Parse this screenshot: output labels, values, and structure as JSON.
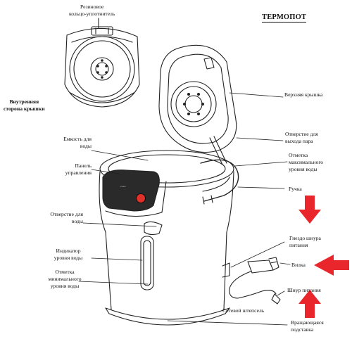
{
  "title": "ТЕРМОПОТ",
  "labels": {
    "rubber_seal": "Резиновое\nкольцо-уплотнитель",
    "inner_lid": "Внутренняя\nсторона крышки",
    "top_lid": "Верхняя крышка",
    "steam_hole": "Отверстие для\nвыхода пара",
    "max_level": "Отметка\nмаксимального\nуровня воды",
    "handle": "Ручка",
    "water_tank": "Емкость для\nводы",
    "control_panel": "Панель\nуправления",
    "water_outlet": "Отверстие для\nводы",
    "level_indicator": "Индикатор\nуровня воды",
    "min_level": "Отметка\nминимального\nуровня воды",
    "cord_socket": "Гнездо шнура\nпитания",
    "plug": "Вилка",
    "power_cord": "Шнур питания",
    "mains_plug": "Сетевой штепсель",
    "rotating_base": "Вращающаяся\nподставка"
  },
  "colors": {
    "arrow": "#e8262c",
    "line": "#222222",
    "button": "#e0302a",
    "panel": "#2a2a2a"
  },
  "icons": [
    "down-arrow-icon",
    "left-arrow-icon",
    "up-arrow-icon"
  ]
}
